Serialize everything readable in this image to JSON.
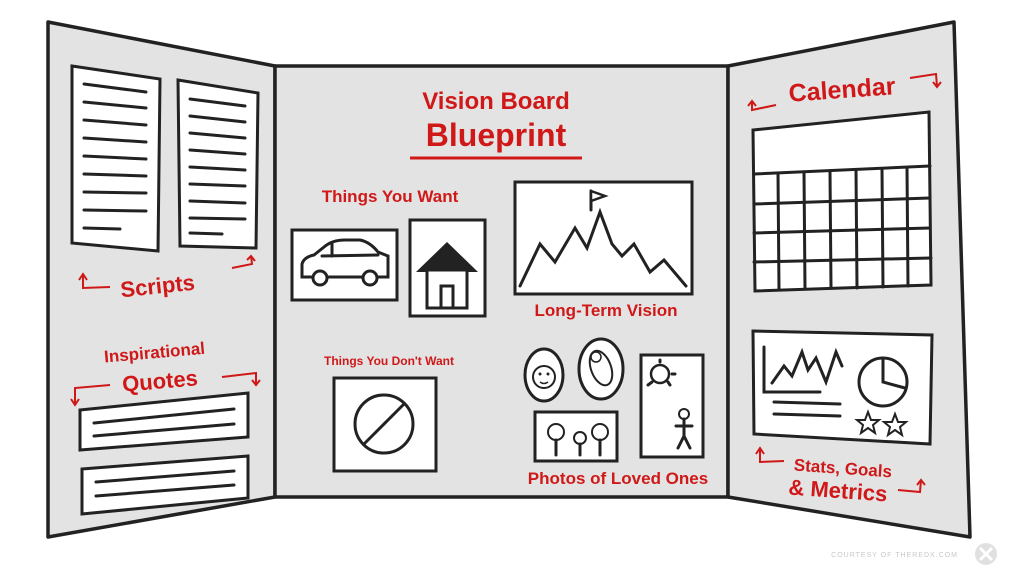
{
  "board": {
    "title_line1": "Vision Board",
    "title_line2": "Blueprint",
    "scripts_label": "Scripts",
    "quotes_label_line1": "Inspirational",
    "quotes_label_line2": "Quotes",
    "things_want_label": "Things You Want",
    "things_dont_want_label": "Things You Don't Want",
    "long_term_label": "Long-Term Vision",
    "loved_ones_label": "Photos of Loved Ones",
    "calendar_label": "Calendar",
    "stats_label_line1": "Stats, Goals",
    "stats_label_line2": "& Metrics",
    "credit": "COURTESY OF THEREDX.COM"
  },
  "colors": {
    "accent": "#d01818",
    "panel": "#e3e3e3",
    "outline": "#222222"
  }
}
